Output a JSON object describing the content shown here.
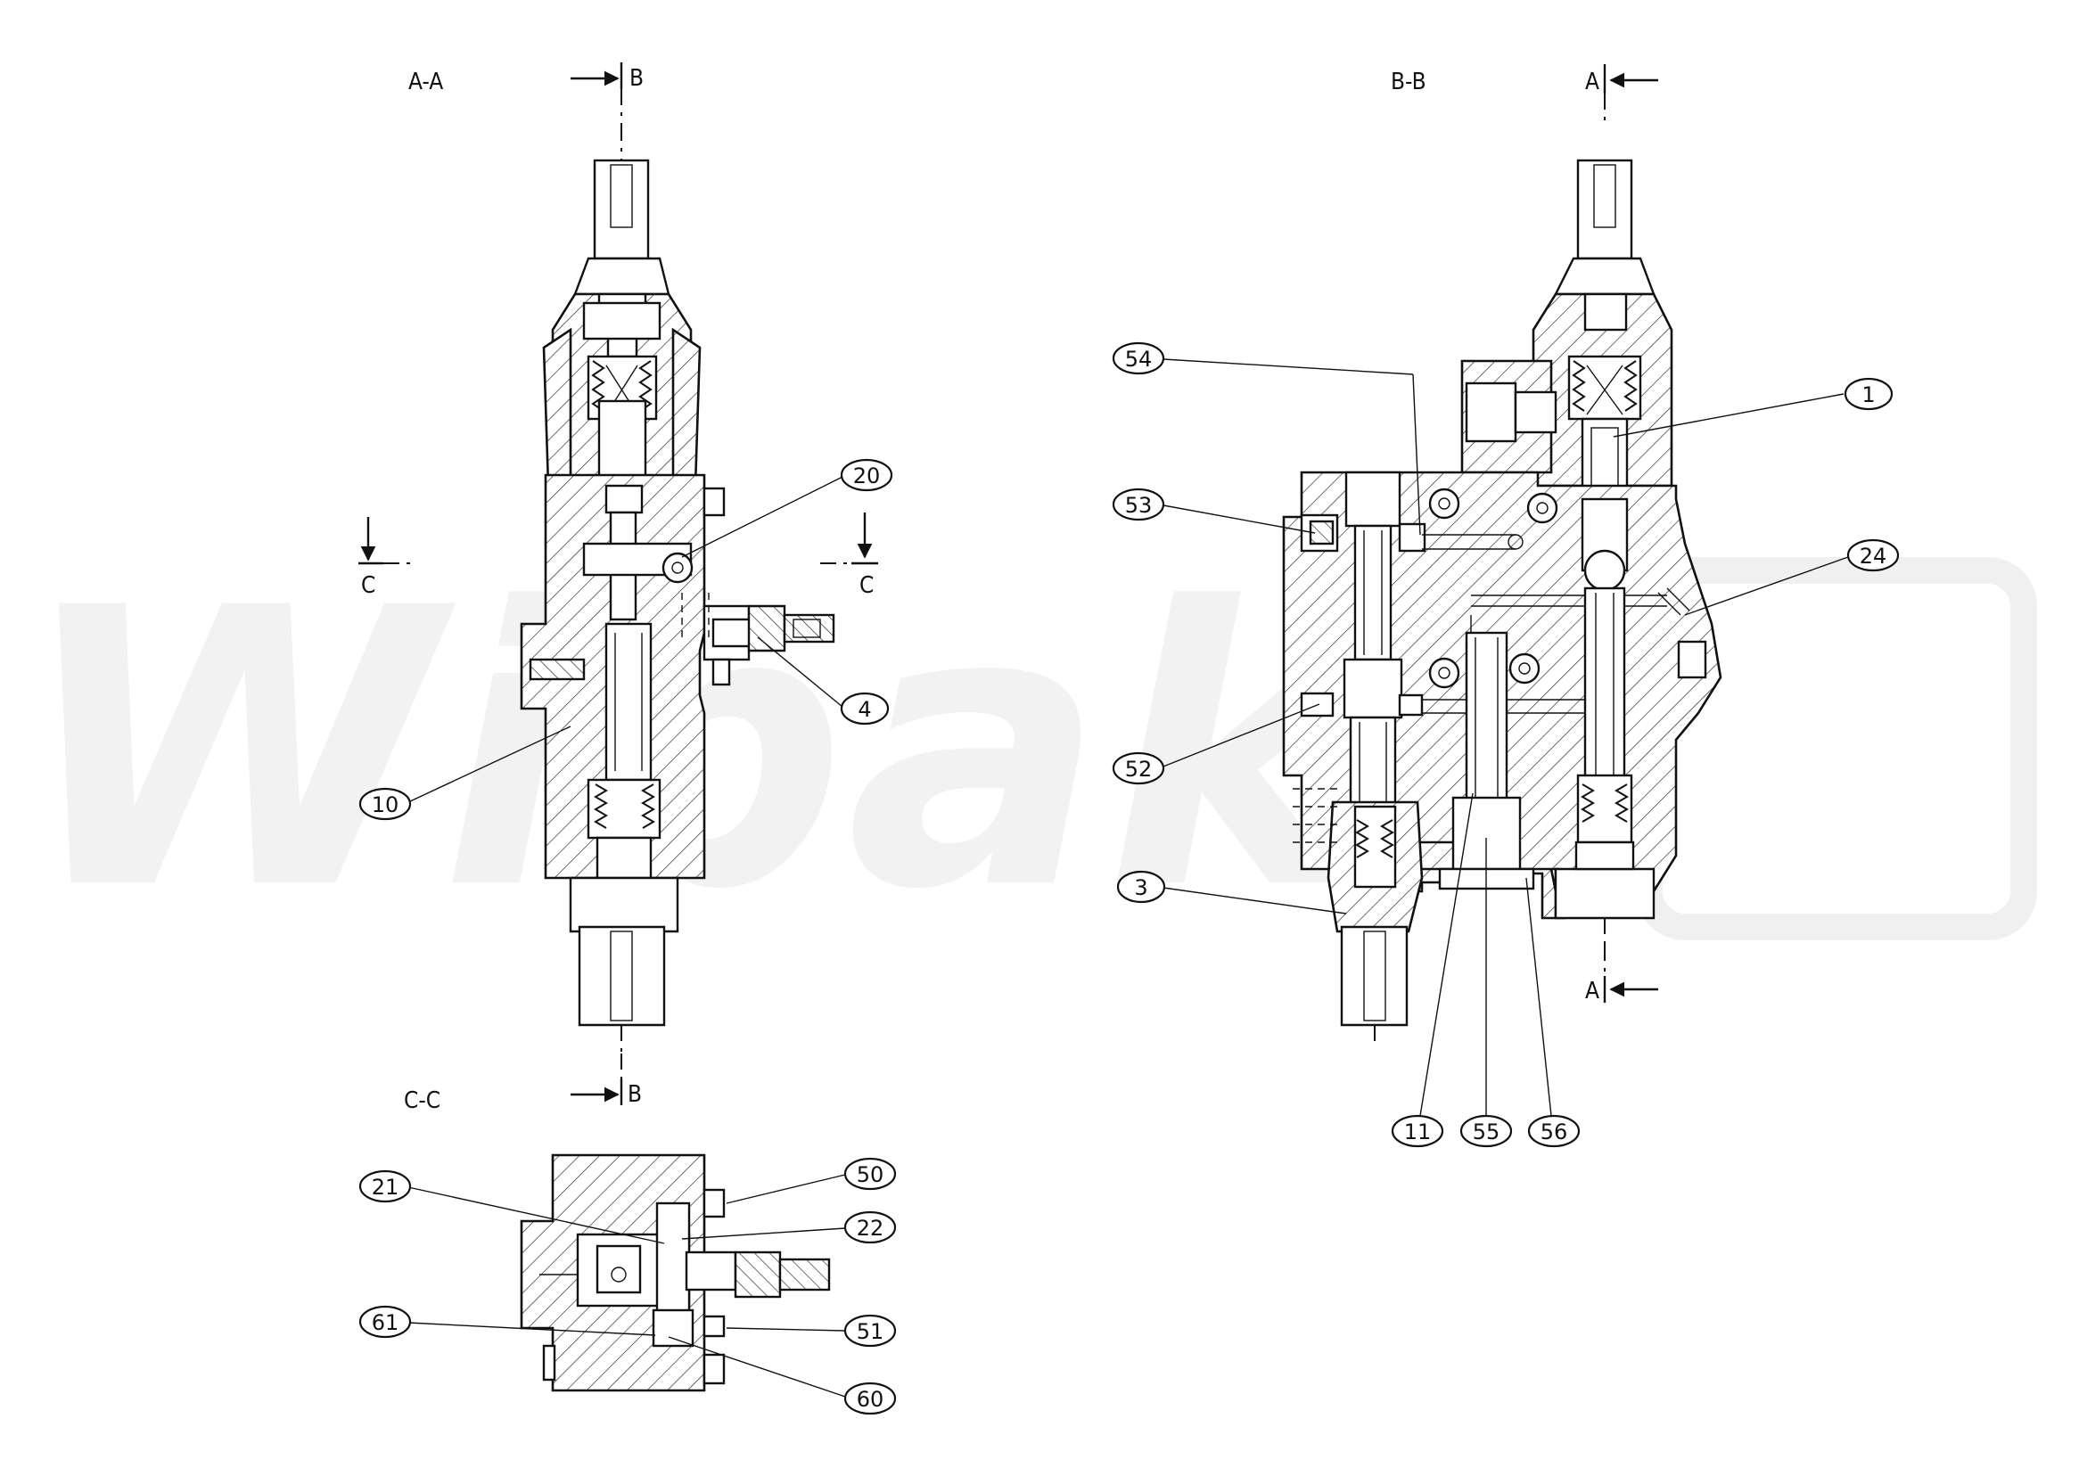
{
  "watermark": {
    "text": "Wibak"
  },
  "section_labels": {
    "aa": "A-A",
    "bb": "B-B",
    "cc": "C-C"
  },
  "cut_markers": {
    "b_top": "B",
    "b_bottom": "B",
    "a_top": "A",
    "a_bottom": "A",
    "c_left": "C",
    "c_right": "C"
  },
  "balloons": {
    "p1": "1",
    "p3": "3",
    "p4": "4",
    "p10": "10",
    "p11": "11",
    "p20": "20",
    "p21": "21",
    "p22": "22",
    "p24": "24",
    "p50": "50",
    "p51": "51",
    "p52": "52",
    "p53": "53",
    "p54": "54",
    "p55": "55",
    "p56": "56",
    "p60": "60",
    "p61": "61"
  }
}
